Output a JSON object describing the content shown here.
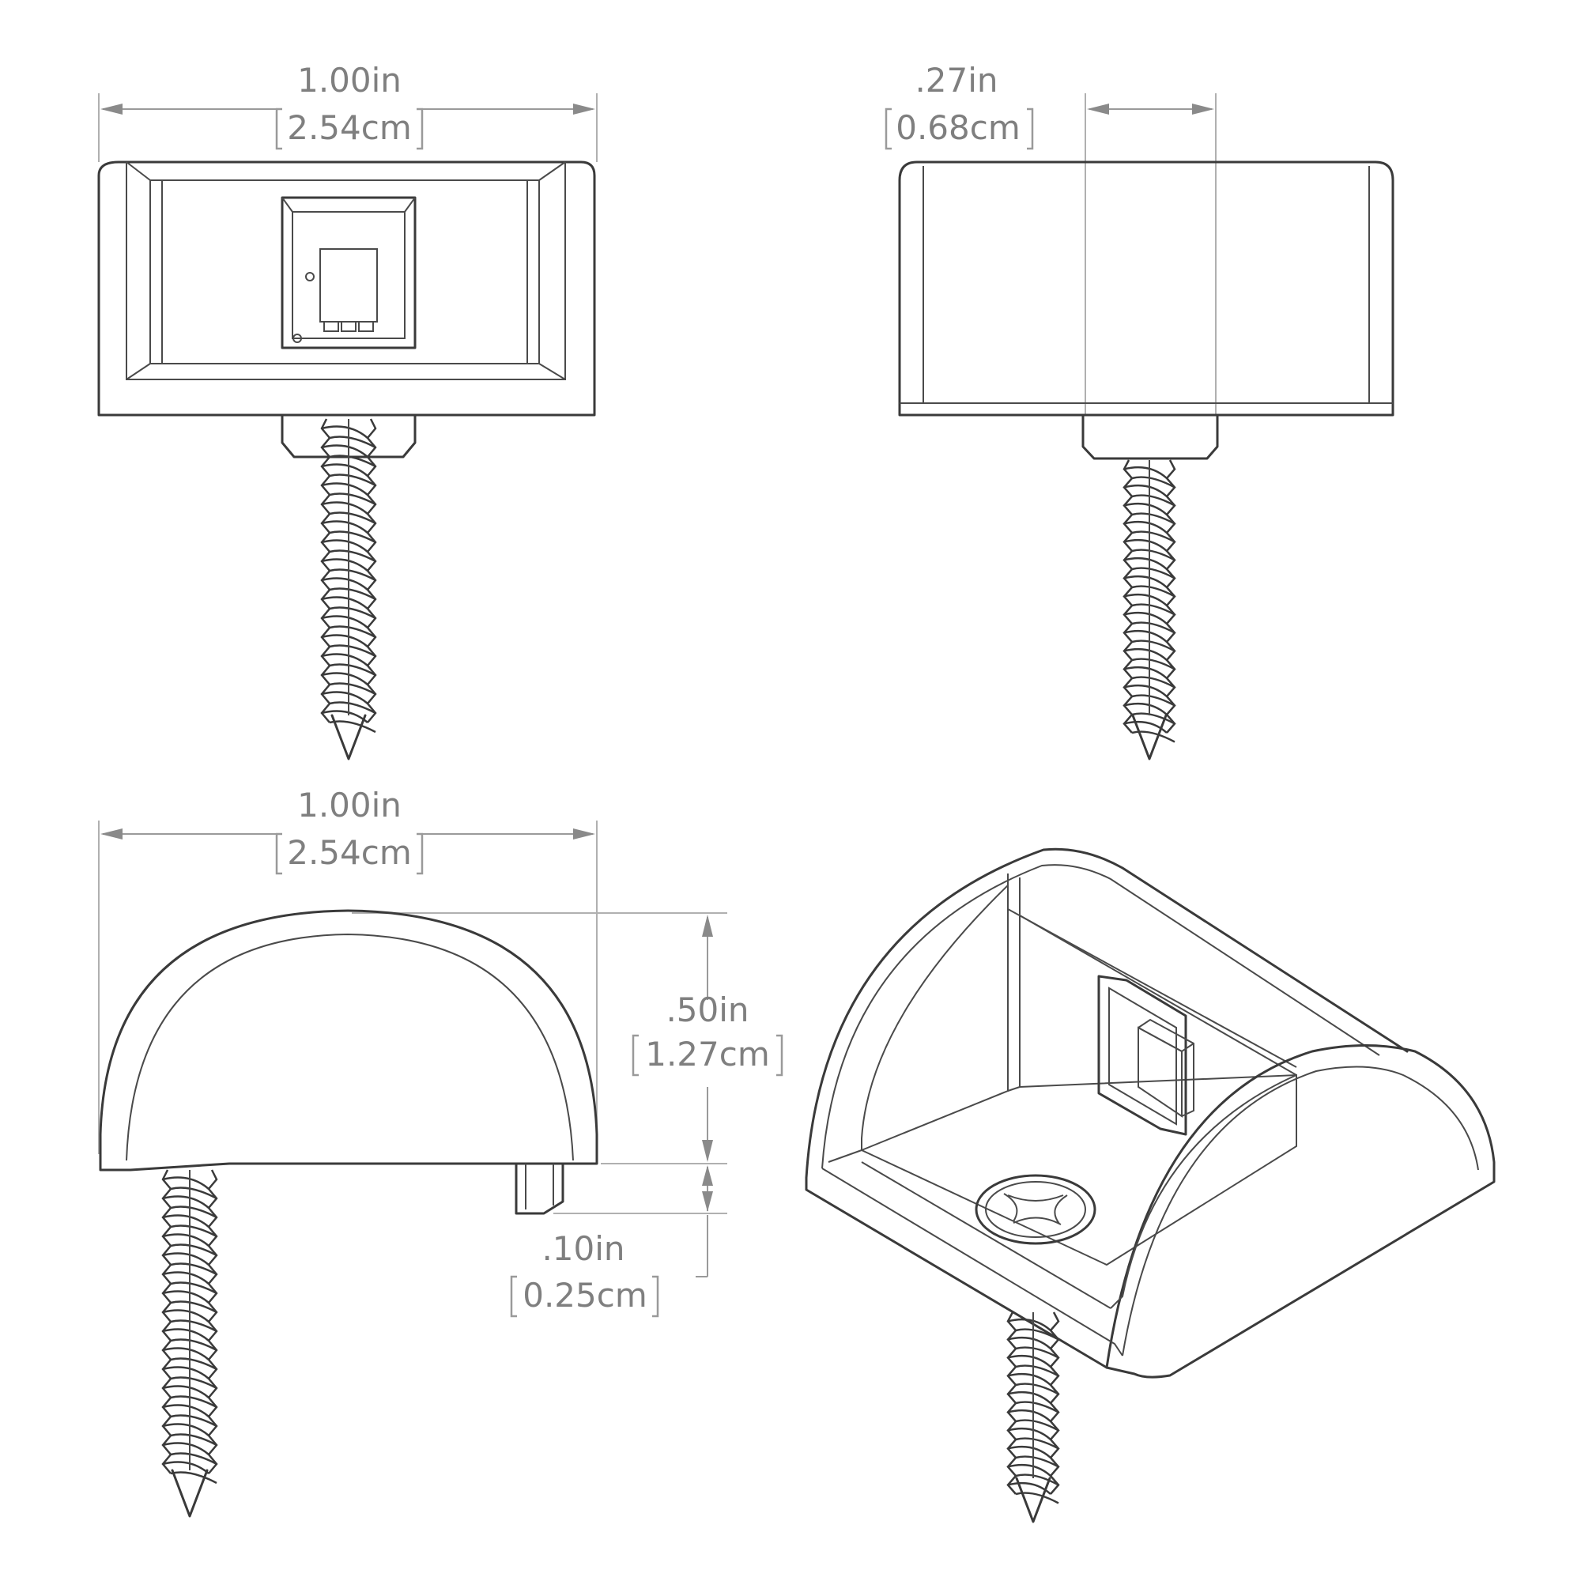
{
  "views": {
    "front": {
      "width": {
        "imperial": "1.00in",
        "metric": "2.54cm"
      }
    },
    "side": {
      "offset": {
        "imperial": ".27in",
        "metric": "0.68cm"
      }
    },
    "profile": {
      "width": {
        "imperial": "1.00in",
        "metric": "2.54cm"
      },
      "height": {
        "imperial": ".50in",
        "metric": "1.27cm"
      },
      "foot": {
        "imperial": ".10in",
        "metric": "0.25cm"
      }
    }
  },
  "colors": {
    "outline": "#3a3a3a",
    "dimension": "#9a9a9a",
    "dimension_text": "#7f7f7f"
  }
}
